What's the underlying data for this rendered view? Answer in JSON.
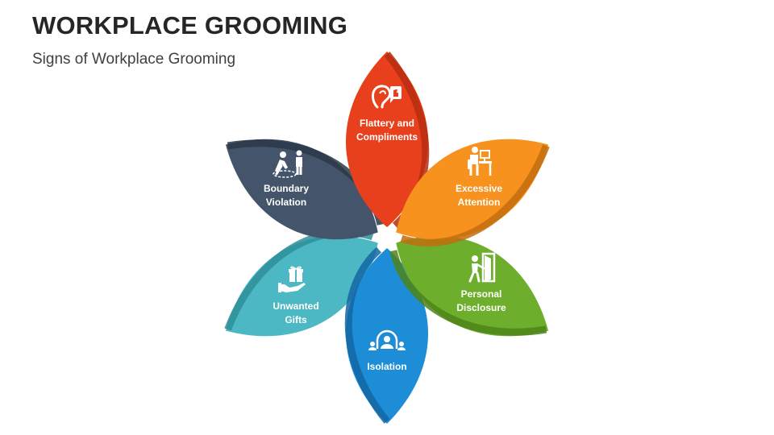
{
  "header": {
    "title": "WORKPLACE GROOMING",
    "subtitle": "Signs of Workplace Grooming"
  },
  "petals": [
    {
      "id": "flattery",
      "label": "Flattery and\nCompliments",
      "icon": "ear-thumbs-up-icon",
      "color": "#E8401C",
      "shade": "#B72D0F"
    },
    {
      "id": "attention",
      "label": "Excessive\nAttention",
      "icon": "person-at-desk-icon",
      "color": "#F7921E",
      "shade": "#C26D0E"
    },
    {
      "id": "disclosure",
      "label": "Personal\nDisclosure",
      "icon": "person-at-door-icon",
      "color": "#6DAE2C",
      "shade": "#4E8419"
    },
    {
      "id": "isolation",
      "label": "Isolation",
      "icon": "isolated-person-icon",
      "color": "#1D8DD8",
      "shade": "#1466A3"
    },
    {
      "id": "gifts",
      "label": "Unwanted\nGifts",
      "icon": "gift-in-hand-icon",
      "color": "#4BB8C4",
      "shade": "#2E8E99"
    },
    {
      "id": "boundary",
      "label": "Boundary\nViolation",
      "icon": "boundary-crossing-icon",
      "color": "#44546A",
      "shade": "#2B3848"
    }
  ]
}
